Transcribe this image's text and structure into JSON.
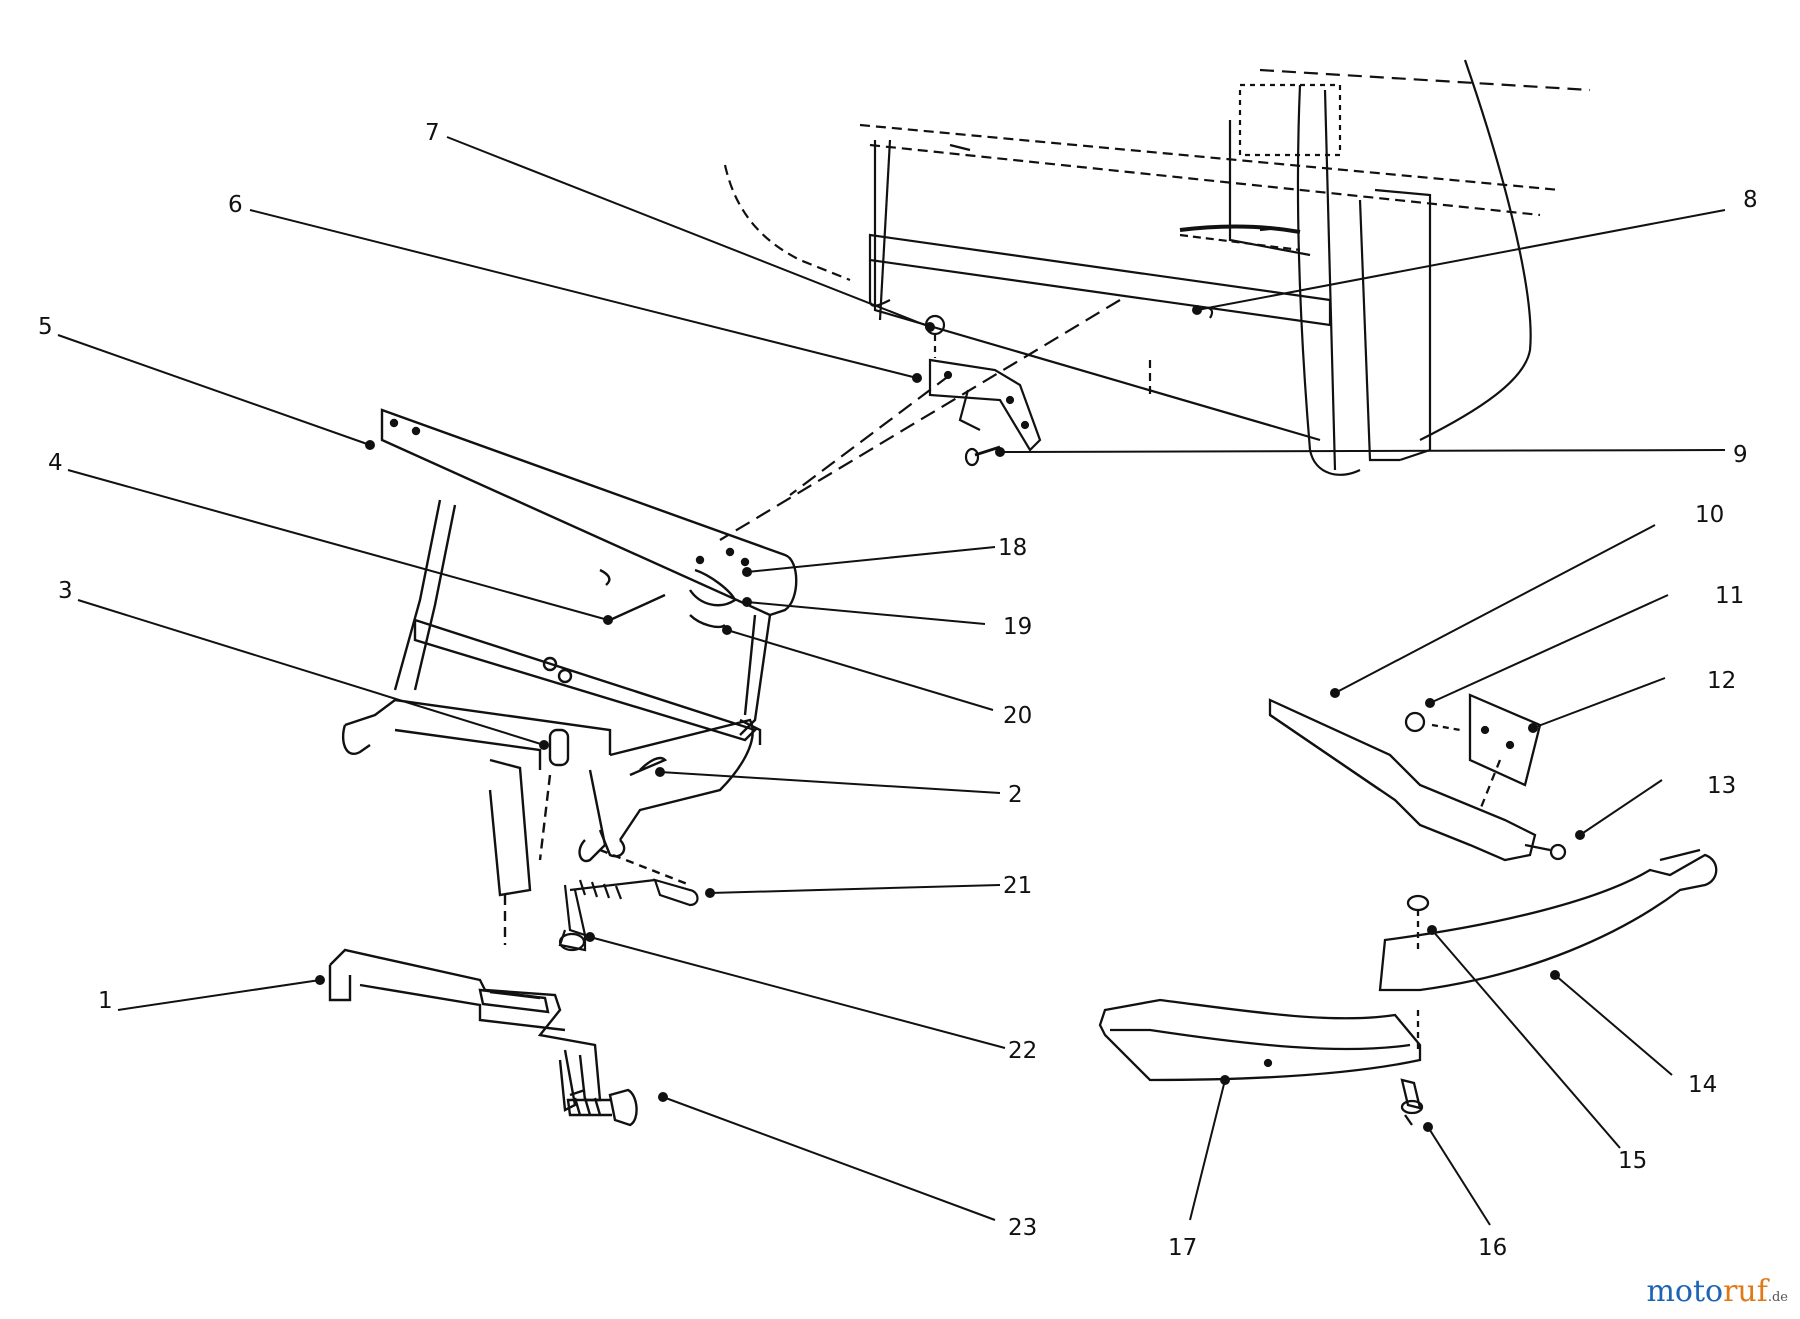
{
  "callouts": [
    {
      "id": "1",
      "label": "1"
    },
    {
      "id": "2",
      "label": "2"
    },
    {
      "id": "3",
      "label": "3"
    },
    {
      "id": "4",
      "label": "4"
    },
    {
      "id": "5",
      "label": "5"
    },
    {
      "id": "6",
      "label": "6"
    },
    {
      "id": "7",
      "label": "7"
    },
    {
      "id": "8",
      "label": "8"
    },
    {
      "id": "9",
      "label": "9"
    },
    {
      "id": "10",
      "label": "10"
    },
    {
      "id": "11",
      "label": "11"
    },
    {
      "id": "12",
      "label": "12"
    },
    {
      "id": "13",
      "label": "13"
    },
    {
      "id": "14",
      "label": "14"
    },
    {
      "id": "15",
      "label": "15"
    },
    {
      "id": "16",
      "label": "16"
    },
    {
      "id": "17",
      "label": "17"
    },
    {
      "id": "18",
      "label": "18"
    },
    {
      "id": "19",
      "label": "19"
    },
    {
      "id": "20",
      "label": "20"
    },
    {
      "id": "21",
      "label": "21"
    },
    {
      "id": "22",
      "label": "22"
    },
    {
      "id": "23",
      "label": "23"
    }
  ],
  "watermark": {
    "part1": "moto",
    "part2": "ruf",
    "part3": ".de",
    "color1": "#1e64b4",
    "color2": "#e07818"
  },
  "colors": {
    "line": "#111111",
    "background": "#ffffff"
  }
}
